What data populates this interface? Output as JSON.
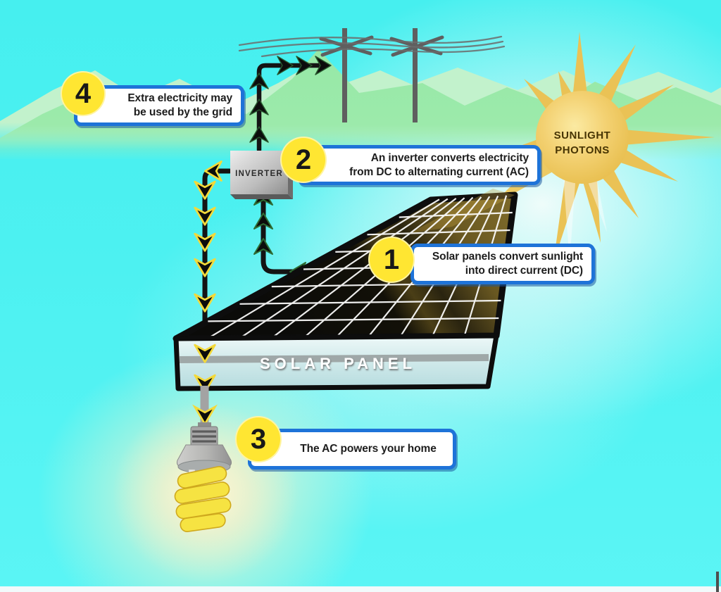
{
  "title": "How solar panels power the grid infographic",
  "labels": {
    "sun": [
      "SUNLIGHT",
      "PHOTONS"
    ],
    "inverter": "INVERTER",
    "panel": "SOLAR PANEL"
  },
  "callouts": [
    {
      "number": "1",
      "line1": "Solar panels convert sunlight",
      "line2": "into direct current (DC)"
    },
    {
      "number": "2",
      "line1": "An inverter converts electricity",
      "line2": "from DC to alternating current (AC)"
    },
    {
      "number": "3",
      "line1": "The AC powers your home"
    },
    {
      "number": "4",
      "line1": "Extra electricity may",
      "line2": "be used by the grid"
    }
  ],
  "colors": {
    "accent_blue": "#1e73d8",
    "badge_yellow": "#ffe632",
    "background_cyan": "#4df1f1",
    "sun_gold": "#eac255",
    "mountain_green": "#96e8a6",
    "panel_black": "#111111",
    "arrow_outline_yellow": "#f3d93a",
    "arrow_outline_green": "#2e6b33"
  }
}
